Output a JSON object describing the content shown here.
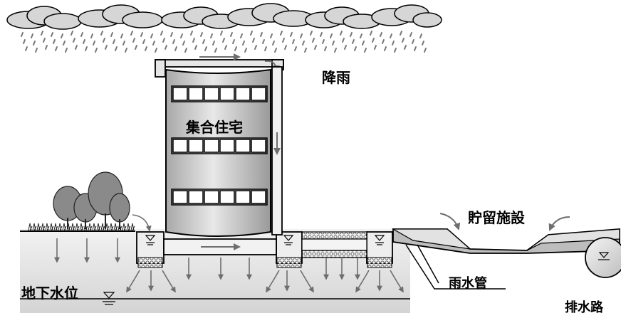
{
  "labels": {
    "rain": "降雨",
    "apartment": "集合住宅",
    "storage": "貯留施設",
    "groundwater": "地下水位",
    "storm_pipe": "雨水管",
    "drainage": "排水路"
  },
  "colors": {
    "cloud": "#d6d6d6",
    "ground": "#e6e6e6",
    "building": "#cfcfcf",
    "tree": "#8a8a8a",
    "outline": "#000000",
    "arrow": "#777777"
  }
}
